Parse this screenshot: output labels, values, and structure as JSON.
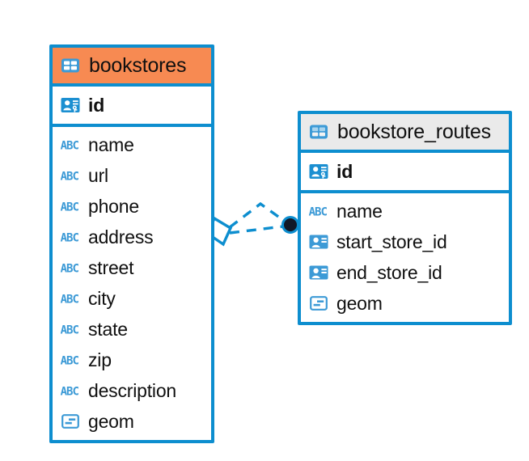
{
  "diagram": {
    "type": "er-diagram",
    "background_color": "#ffffff",
    "accent_color": "#0d8ecf",
    "selected_header_color": "#f78a52",
    "unselected_header_color": "#eaeaea",
    "text_color": "#101010"
  },
  "entities": [
    {
      "name": "bookstores",
      "selected": true,
      "table_icon": "table-icon",
      "primary_key": {
        "label": "id",
        "icon": "primary-key-icon"
      },
      "fields": [
        {
          "label": "name",
          "icon": "text-abc-icon"
        },
        {
          "label": "url",
          "icon": "text-abc-icon"
        },
        {
          "label": "phone",
          "icon": "text-abc-icon"
        },
        {
          "label": "address",
          "icon": "text-abc-icon"
        },
        {
          "label": "street",
          "icon": "text-abc-icon"
        },
        {
          "label": "city",
          "icon": "text-abc-icon"
        },
        {
          "label": "state",
          "icon": "text-abc-icon"
        },
        {
          "label": "zip",
          "icon": "text-abc-icon"
        },
        {
          "label": "description",
          "icon": "text-abc-icon"
        },
        {
          "label": "geom",
          "icon": "geometry-icon"
        }
      ]
    },
    {
      "name": "bookstore_routes",
      "selected": false,
      "table_icon": "table-icon",
      "primary_key": {
        "label": "id",
        "icon": "primary-key-icon"
      },
      "fields": [
        {
          "label": "name",
          "icon": "text-abc-icon"
        },
        {
          "label": "start_store_id",
          "icon": "foreign-key-icon"
        },
        {
          "label": "end_store_id",
          "icon": "foreign-key-icon"
        },
        {
          "label": "geom",
          "icon": "geometry-icon"
        }
      ]
    }
  ],
  "relationship": {
    "source_entity": "bookstores",
    "target_entity": "bookstore_routes",
    "source_endpoint": "diamond",
    "target_endpoint": "filled-circle",
    "line_style": "dashed",
    "line_color": "#0d8ecf",
    "endpoint_fill": "#111827"
  }
}
